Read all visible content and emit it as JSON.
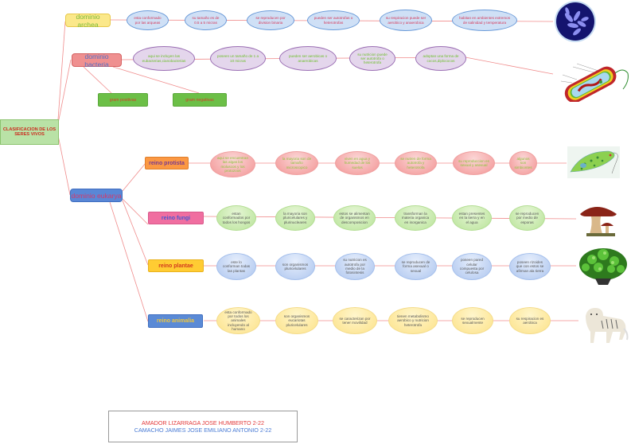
{
  "root": {
    "label": "CLASIFICACION DE LOS SERES VIVOS"
  },
  "domains": {
    "archea": {
      "label": "dominio archea",
      "traits": [
        "esta conformado por las arqueas",
        "su tamaño es de 0.5 a 5 micras",
        "se reproducen por division binaria",
        "pueden ser autotrofas o heterotrofas",
        "su respiracion puede ser aerobico y anaerobica",
        "habitan en ambientes extremos de salinidad y temperatura"
      ],
      "image": "archaea-bacteria-illustration"
    },
    "bacteria": {
      "label": "dominio bacteria",
      "traits": [
        "aqui se incluyen las eubacterias,cianobacterias",
        "poseen un tamaño de 1 a 10 micras",
        "pueden ser aerobicas o anaerobicas",
        "su nutricion puede ser autotrofa o heterotrofa",
        "adoptan una forma de cocos,diplococos"
      ],
      "subgroups": [
        "gram positivas",
        "gram negativas"
      ],
      "image": "bacterial-cell-diagram"
    },
    "eukarya": {
      "label": "dominio eukarya",
      "kingdoms": {
        "protista": {
          "label": "reino protista",
          "traits": [
            "aqui se encuentran las algas los moluscos y los protozoos",
            "la mayoria son de tamaño microscopico",
            "viven en agua y humedad de los suelos",
            "se nutren de forma autotrofa y heterotrofa",
            "su reproduccion es sexual y asexual",
            "algunos son simbiontes"
          ],
          "image": "euglena-illustration"
        },
        "fungi": {
          "label": "reino fungi",
          "traits": [
            "estan conformados por todos los hongos",
            "la mayoria son pluricelulares y plurinucleares",
            "estos se alimentan de organismos en descomposicion",
            "transforman la materia organica en inorganica",
            "estan presentes en la tierra y en el agua",
            "se reproducen por medio de esporas"
          ],
          "image": "mushroom-illustration"
        },
        "plantae": {
          "label": "reino plantae",
          "traits": [
            "este lo conforman todas las plantas",
            "son organismos pluricelulares",
            "su nutricion es autotrofa por medio de la fotosintesis",
            "se reproducen de forma asexual o sexual",
            "poseen pared celular compuesta por celulosa",
            "poseen rizoides que con estos se afirman ala tierra"
          ],
          "image": "bush-plant-illustration"
        },
        "animalia": {
          "label": "reino animalia",
          "traits": [
            "esta conformado por todos los animales incluyendo al humano",
            "son organismos eucariotas pluricelulares",
            "se caracterizan por tener movilidad",
            "tienen metabolismo aerobico y nutricion heterotrofa",
            "se reproducen sexualmente",
            "su respiracion es aerobica"
          ],
          "image": "white-tiger-photo"
        }
      }
    }
  },
  "credits": [
    "AMADOR LIZARRAGA JOSE HUMBERTO 2-22",
    "CAMACHO JAIMES JOSE EMILIANO ANTONIO 2-22"
  ],
  "colors": {
    "connector": "#f08c8c",
    "root_fill": "#b9e2a6",
    "archea_fill": "#fbe88a",
    "bacteria_fill": "#ef9090",
    "eukarya_fill": "#5987d6",
    "protista_fill": "#fb9843",
    "fungi_fill": "#f06ea0",
    "plantae_fill": "#ffcc33",
    "animalia_fill": "#5a8ad6"
  }
}
